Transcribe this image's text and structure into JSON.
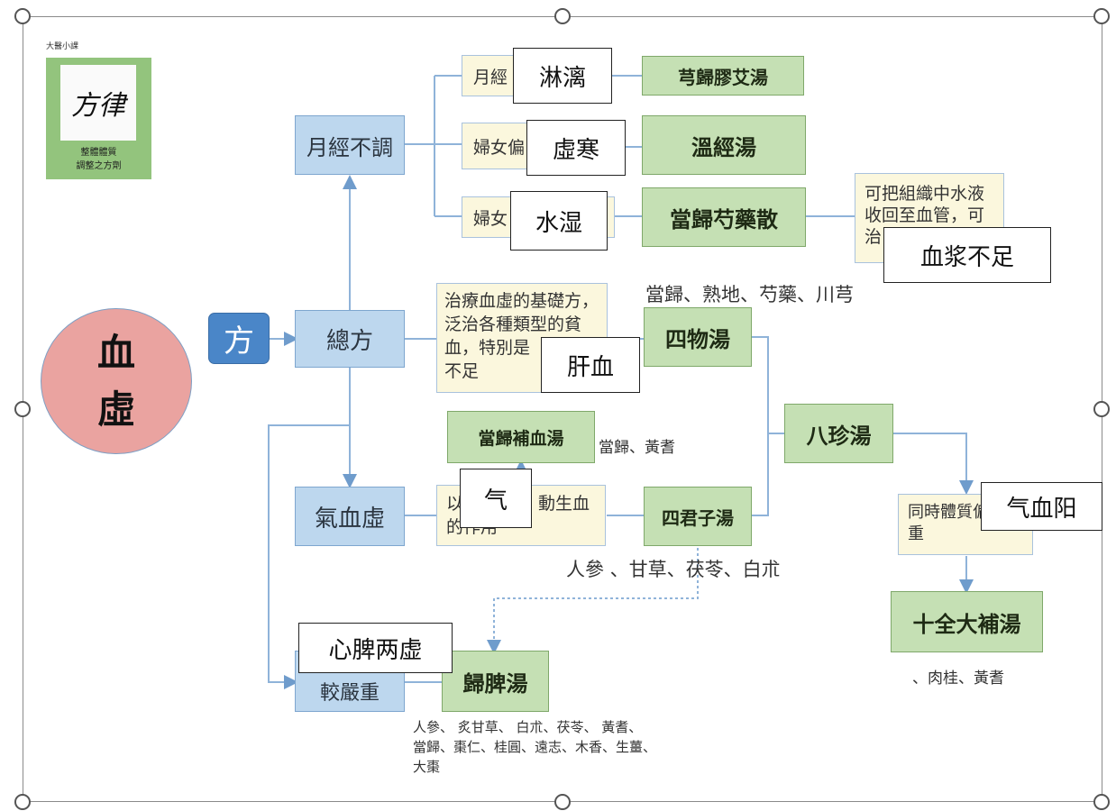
{
  "diagram": {
    "logo": {
      "top_label": "大醫小課",
      "calligraphy": "方律",
      "caption_1": "整體體質",
      "caption_2": "調整之方劑"
    },
    "root": "血虛",
    "fang": "方",
    "categories": {
      "yuejing": "月經不調",
      "zongfang": "總方",
      "qixue": "氣血虛",
      "jiaoyan": "較嚴重"
    },
    "notes": {
      "yuejing_a": "月經",
      "yuejing_b": "婦女偏",
      "yuejing_c": "婦女",
      "zongfang": "治療血虛的基礎方，泛治各種類型的貧血，特別是",
      "zongfang_end": "不足",
      "qixue_start": "以",
      "qixue_mid": "動生血",
      "qixue_end": "的作用",
      "danggui_desc": "可把組織中水液收回至血管，可治",
      "bazhen_note": "同時體質偏虛較重"
    },
    "formulas": {
      "xiong_gui": "芎歸膠艾湯",
      "wen_jing": "溫經湯",
      "dang_gui_shao": "當歸芍藥散",
      "si_wu": "四物湯",
      "dang_gui_bu_xue": "當歸補血湯",
      "si_jun_zi": "四君子湯",
      "ba_zhen": "八珍湯",
      "shi_quan": "十全大補湯",
      "gui_pi": "歸脾湯"
    },
    "ingredients": {
      "si_wu": "當歸、熟地、芍藥、川芎",
      "bu_xue": "當歸、黃耆",
      "si_jun_zi": "人參 、甘草、茯苓、白朮",
      "shi_quan": "、肉桂、黃耆",
      "gui_pi_1": "人參、 炙甘草、 白朮、茯苓、 黃耆、",
      "gui_pi_2": "當歸、棗仁、桂圓、遠志、木香、生薑、",
      "gui_pi_3": "大棗"
    },
    "annotations": {
      "linli": "淋漓",
      "xuhan": "虛寒",
      "shuishi": "水湿",
      "xuejiang": "血浆不足",
      "ganxue": "肝血",
      "qi": "气",
      "qixueyang": "气血阳",
      "xinpi": "心脾两虚"
    }
  }
}
